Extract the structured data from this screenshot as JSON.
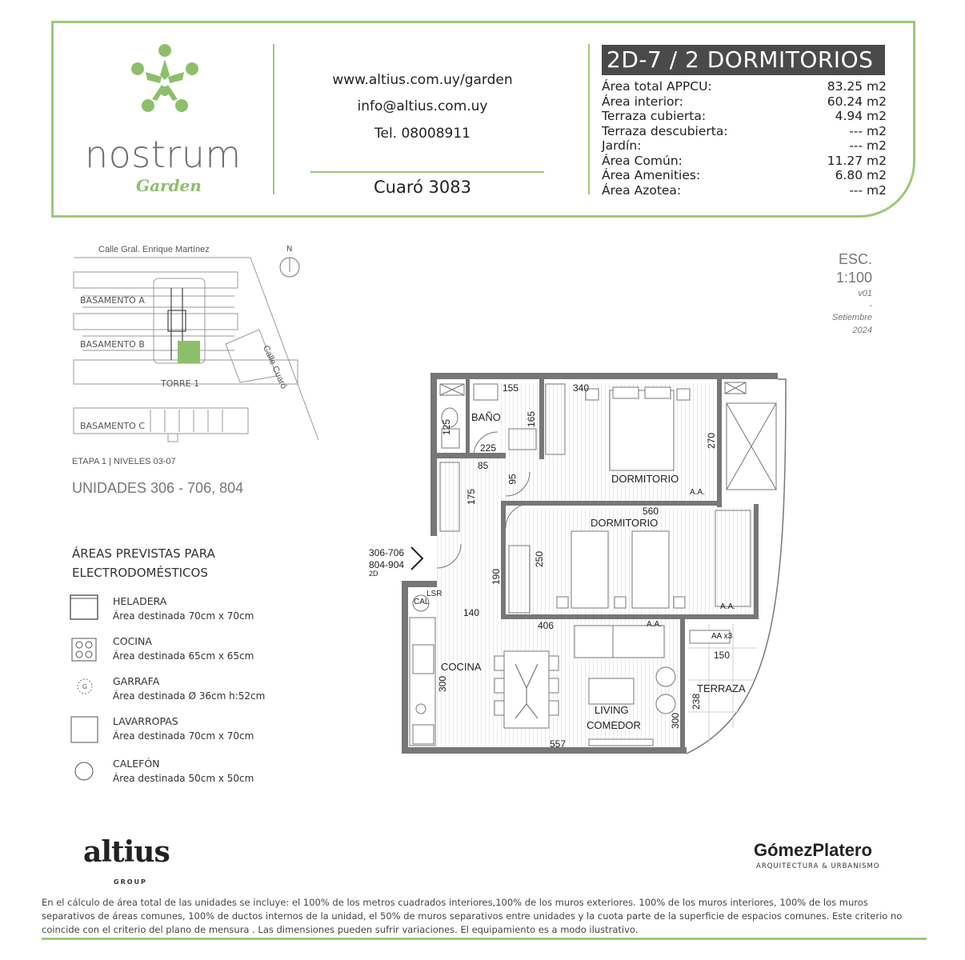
{
  "brand": {
    "name": "nostrum",
    "sub": "Garden",
    "colors": {
      "accent": "#9cc97a",
      "dark": "#4a4a4a"
    }
  },
  "contact": {
    "web": "www.altius.com.uy/garden",
    "email": "info@altius.com.uy",
    "phone": "Tel. 08008911",
    "address": "Cuaró 3083"
  },
  "unit": {
    "title": "2D-7 / 2 DORMITORIOS",
    "areas": [
      {
        "label": "Área total APPCU:",
        "value": "83.25 m2"
      },
      {
        "label": "Área interior:",
        "value": "60.24 m2"
      },
      {
        "label": "Terraza cubierta:",
        "value": "4.94 m2"
      },
      {
        "label": "Terraza descubierta:",
        "value": "---  m2"
      },
      {
        "label": "Jardín:",
        "value": "---  m2"
      },
      {
        "label": "Área Común:",
        "value": "11.27 m2"
      },
      {
        "label": "Área Amenities:",
        "value": "6.80 m2"
      },
      {
        "label": "Área Azotea:",
        "value": "---  m2"
      }
    ]
  },
  "site": {
    "street_top": "Calle Gral. Enrique Martínez",
    "street_side": "Calle Cuaró",
    "north": "N",
    "basamento_a": "BASAMENTO A",
    "basamento_b": "BASAMENTO B",
    "basamento_c": "BASAMENTO C",
    "torre": "TORRE 1",
    "etapa": "ETAPA 1  |  NIVELES 03-07",
    "unidades": "UNIDADES 306 - 706, 804"
  },
  "scale": {
    "esc": "ESC.",
    "ratio": "1:100",
    "version": "v01",
    "dash": "-",
    "month": "Setiembre",
    "year": "2024"
  },
  "legend": {
    "title_1": "ÁREAS PREVISTAS PARA",
    "title_2": "ELECTRODOMÉSTICOS",
    "items": [
      {
        "name": "HELADERA",
        "desc": "Área destinada 70cm x 70cm",
        "icon": "fridge-icon"
      },
      {
        "name": "COCINA",
        "desc": "Área destinada 65cm x 65cm",
        "icon": "stove-icon"
      },
      {
        "name": "GARRAFA",
        "desc": "Área destinada Ø 36cm h:52cm",
        "icon": "gas-bottle-icon"
      },
      {
        "name": "LAVARROPAS",
        "desc": "Área destinada 70cm x 70cm",
        "icon": "washer-icon"
      },
      {
        "name": "CALEFÓN",
        "desc": "Área destinada 50cm x 50cm",
        "icon": "heater-icon"
      }
    ]
  },
  "plan": {
    "entry_1": "306-706",
    "entry_2": "804-904",
    "entry_3": "2D",
    "rooms": {
      "bano": "BAÑO",
      "dormitorio_1": "DORMITORIO",
      "dormitorio_2": "DORMITORIO",
      "cocina": "COCINA",
      "living": "LIVING",
      "comedor": "COMEDOR",
      "terraza": "TERRAZA"
    },
    "tags": {
      "cal": "CAL",
      "lsr": "LSR",
      "aa_1": "A.A.",
      "aa_2": "A.A.",
      "aa_3": "A.A.",
      "aa_x3": "AA x3"
    },
    "dims": [
      "155",
      "340",
      "125",
      "165",
      "225",
      "270",
      "85",
      "95",
      "175",
      "560",
      "250",
      "190",
      "140",
      "406",
      "150",
      "300",
      "238",
      "300",
      "557"
    ]
  },
  "footer": {
    "altius": "altius",
    "altius_sub": "GROUP",
    "gomez": "GómezPlatero",
    "gomez_sub": "ARQUITECTURA & URBANISMO",
    "note": "En el cálculo de área total de las unidades se incluye: el 100% de los metros cuadrados interiores,100% de los muros exteriores. 100% de los muros interiores, 100% de los muros separativos de áreas comunes, 100% de ductos internos de la unidad, el 50% de muros separativos entre unidades y la cuota parte de la superficie de espacios comunes. Este criterio no coincide con el criterio del plano de mensura . Las dimensiones pueden sufrir variaciones. El equipamiento es a modo ilustrativo."
  }
}
